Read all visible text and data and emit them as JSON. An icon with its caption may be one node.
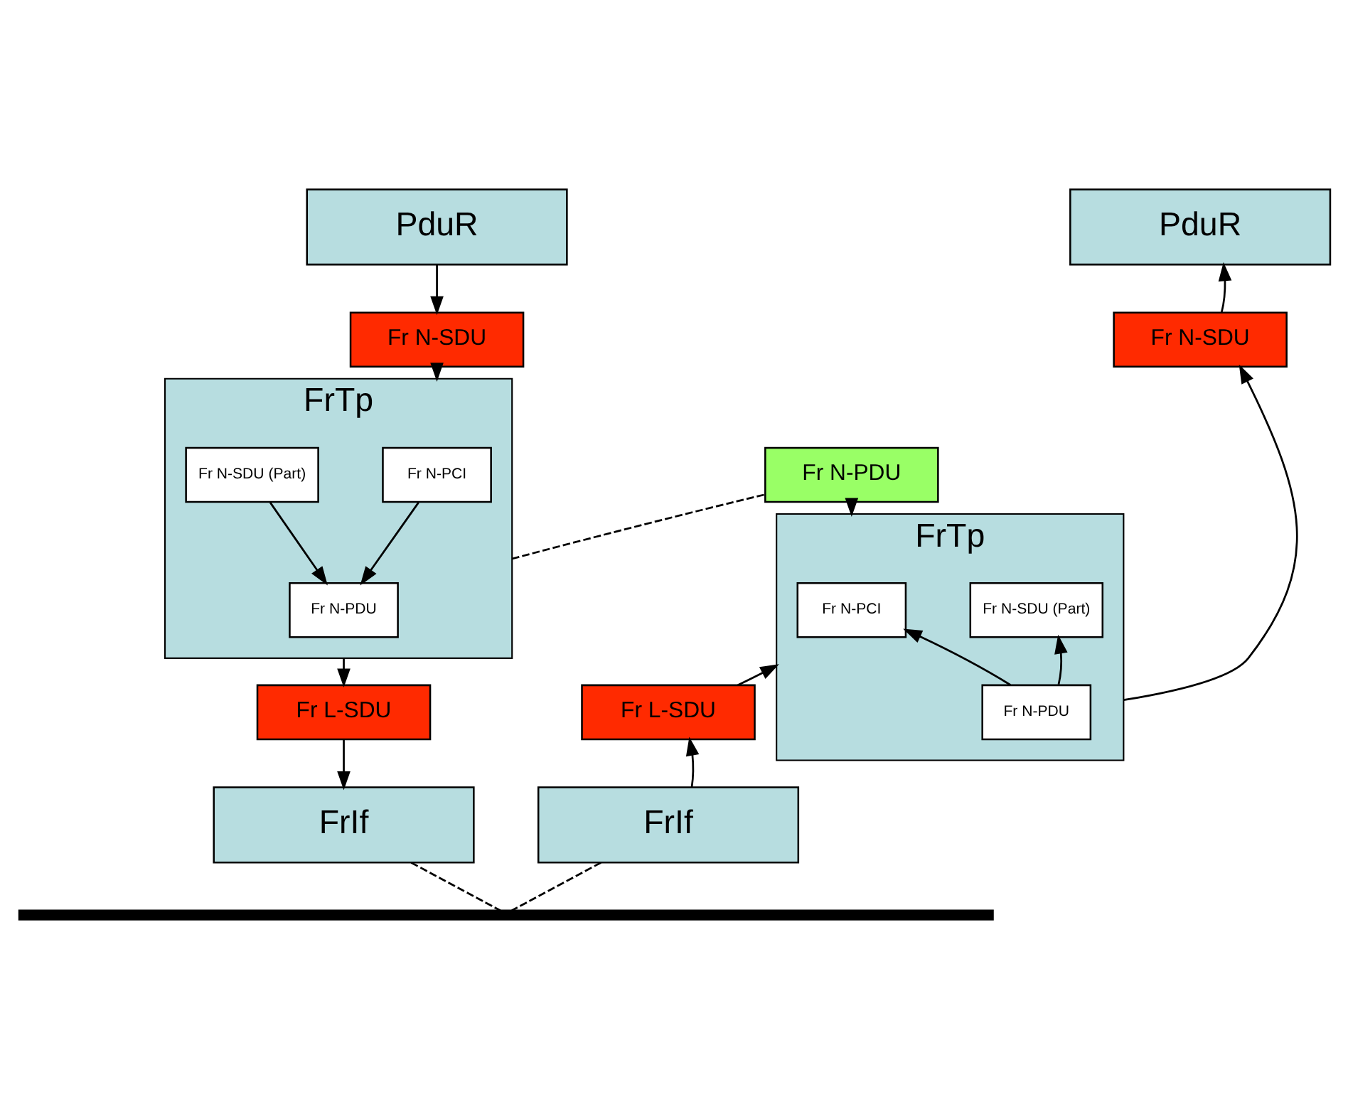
{
  "diagram": {
    "nodes": [
      {
        "text": [
          "PduR"
        ]
      },
      {
        "text": [
          "Fr N-SDU"
        ]
      },
      {
        "text": [
          "FrTp"
        ]
      },
      {
        "text": [
          "Fr N-PCI"
        ],
        "in": 2
      },
      {
        "text": [
          "Fr N-SDU (Part)"
        ],
        "in": 2
      },
      {
        "text": [
          "Fr N-PDU"
        ],
        "in": 2
      },
      {
        "text": [
          "Fr L-SDU"
        ]
      },
      {
        "text": [
          "FrIf"
        ]
      },
      {
        "text": [
          "Fr N-PDU"
        ]
      },
      {
        "text": [
          "PduR"
        ]
      },
      {
        "text": [
          "Fr N-SDU"
        ]
      },
      {
        "text": [
          "FrTp"
        ]
      },
      {
        "text": [
          "Fr N-PCI"
        ],
        "in": 11
      },
      {
        "text": [
          "Fr N-SDU (Part)"
        ],
        "in": 11
      },
      {
        "text": [
          "Fr N-PDU"
        ],
        "in": 11
      },
      {
        "text": [
          "Fr L-SDU"
        ]
      },
      {
        "text": [
          "FrIf"
        ]
      },
      {
        "text": [],
        "shape": "bar"
      }
    ],
    "edges": [
      {
        "from": 0,
        "to": 1,
        "arrow": "to"
      },
      {
        "from": 1,
        "to": 2,
        "arrow": "to"
      },
      {
        "from": 3,
        "to": 5,
        "arrow": "to"
      },
      {
        "from": 4,
        "to": 5,
        "arrow": "to"
      },
      {
        "from": 2,
        "to": 6,
        "arrow": "to"
      },
      {
        "from": 6,
        "to": 7,
        "arrow": "to"
      },
      {
        "from": 2,
        "to": 8,
        "arrow": "none",
        "style": "dashed"
      },
      {
        "from": 8,
        "to": 11,
        "arrow": "to",
        "style": "dashed"
      },
      {
        "from": 16,
        "to": 15,
        "arrow": "to"
      },
      {
        "from": 15,
        "to": 11,
        "arrow": "to"
      },
      {
        "from": 14,
        "to": 12,
        "arrow": "to"
      },
      {
        "from": 14,
        "to": 13,
        "arrow": "to"
      },
      {
        "from": 11,
        "to": 10,
        "arrow": "to"
      },
      {
        "from": 10,
        "to": 9,
        "arrow": "to"
      },
      {
        "from": 7,
        "to": 17,
        "arrow": "none",
        "style": "dashed"
      },
      {
        "from": 16,
        "to": 17,
        "arrow": "none",
        "style": "dashed"
      }
    ]
  }
}
